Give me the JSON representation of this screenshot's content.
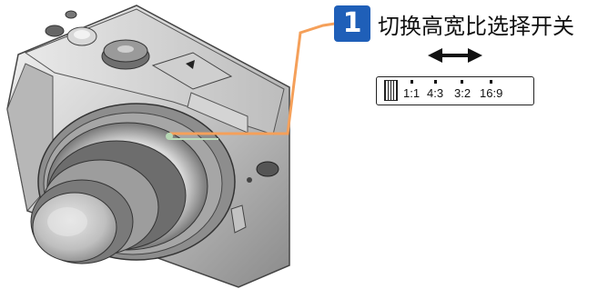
{
  "step": {
    "number": "1",
    "title": "切换高宽比选择开关"
  },
  "switch": {
    "ratios": [
      "1:1",
      "4:3",
      "3:2",
      "16:9"
    ],
    "direction_icon": "double-arrow-icon"
  },
  "colors": {
    "step_badge": "#1f5fb8",
    "leader_line": "#f5a05a"
  }
}
